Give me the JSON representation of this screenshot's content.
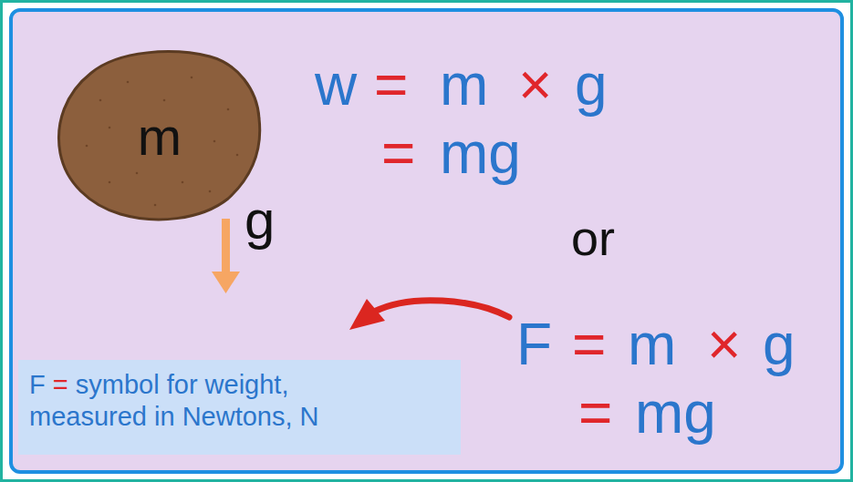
{
  "diagram": {
    "nodes": [
      {
        "text": [
          "m"
        ]
      },
      {
        "text": [
          "F",
          "=",
          "symbol for weight, measured in Newtons, N"
        ]
      }
    ],
    "labels": [
      "w",
      "=",
      "m",
      "×",
      "g",
      "=",
      "mg",
      "g",
      "or",
      "F",
      "=",
      "m",
      "×",
      "g",
      "=",
      "mg"
    ]
  }
}
